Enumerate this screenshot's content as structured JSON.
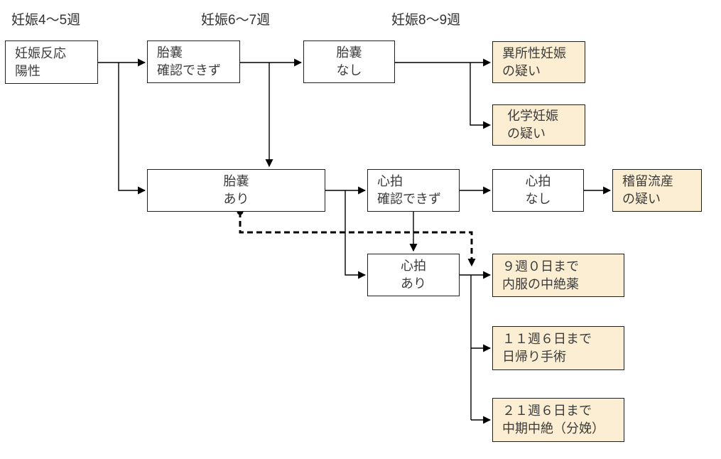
{
  "diagram": {
    "kind": "flowchart",
    "language": "ja",
    "colors": {
      "background": "#ffffff",
      "node_fill": "#ffffff",
      "highlight_fill": "#fceed3",
      "node_border": "#1f1f1f",
      "text": "#3b3b3b",
      "connector": "#000000"
    },
    "headers": {
      "week_4_5": "妊娠4〜5週",
      "week_6_7": "妊娠6〜7週",
      "week_8_9": "妊娠8〜9週"
    },
    "nodes": {
      "positive": {
        "line1": "妊娠反応",
        "line2": "陽性"
      },
      "sac_not_confirmed": {
        "line1": "胎嚢",
        "line2": "確認できず"
      },
      "sac_absent": {
        "line1": "胎嚢",
        "line2": "なし"
      },
      "ectopic": {
        "line1": "異所性妊娠",
        "line2": "の疑い"
      },
      "chemical": {
        "line1": "化学妊娠",
        "line2": "の疑い"
      },
      "sac_present": {
        "line1": "胎嚢",
        "line2": "あり"
      },
      "heartbeat_not_confirmed": {
        "line1": "心拍",
        "line2": "確認できず"
      },
      "heartbeat_absent": {
        "line1": "心拍",
        "line2": "なし"
      },
      "missed_miscarriage": {
        "line1": "稽留流産",
        "line2": "の疑い"
      },
      "heartbeat_present": {
        "line1": "心拍",
        "line2": "あり"
      },
      "abortion_pill": {
        "line1": "９週０日まで",
        "line2": "内服の中絶薬"
      },
      "day_surgery": {
        "line1": "１１週６日まで",
        "line2": "日帰り手術"
      },
      "midterm_abortion": {
        "line1": "２１週６日まで",
        "line2": "中期中絶（分娩）"
      }
    }
  }
}
